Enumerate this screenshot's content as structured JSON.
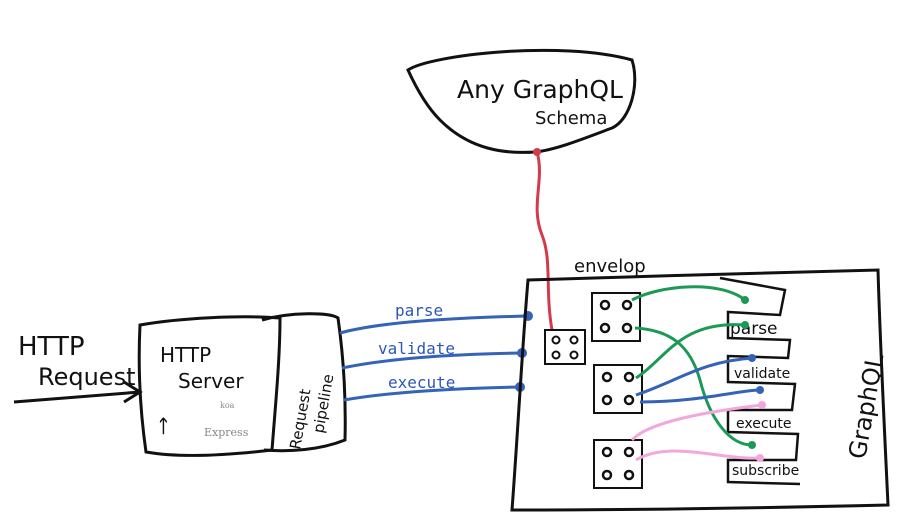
{
  "schema_cloud": {
    "line1": "Any GraphQL",
    "line2": "Schema"
  },
  "http_request": {
    "line1": "HTTP",
    "line2": "Request"
  },
  "http_server": {
    "line1": "HTTP",
    "line2": "Server",
    "koa": "koa",
    "express": "Express"
  },
  "request_pipeline": {
    "line1": "Request",
    "line2": "pipeline"
  },
  "pipeline_links": [
    "parse",
    "validate",
    "execute"
  ],
  "envelop": {
    "title": "envelop"
  },
  "graphql": {
    "label": "GraphQL",
    "slots": [
      "parse",
      "validate",
      "execute",
      "subscribe"
    ]
  },
  "colors": {
    "schema_link": "#d23c4a",
    "blue": "#3463b8",
    "green": "#1c9a55",
    "pink": "#f2a7dd"
  }
}
